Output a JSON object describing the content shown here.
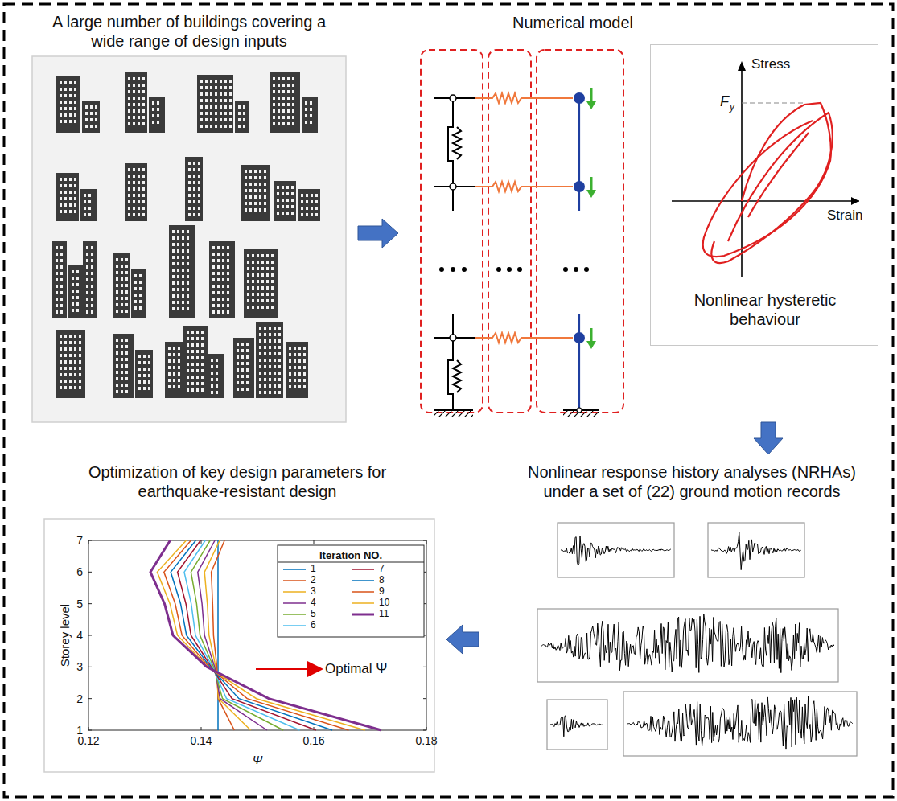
{
  "diagram": {
    "nodes": [
      {
        "text": [
          "A large number of buildings covering a wide range of design inputs"
        ]
      },
      {
        "text": [
          "Numerical model"
        ]
      },
      {
        "text": [
          "Nonlinear hysteretic behaviour"
        ],
        "in": 1
      },
      {
        "text": [
          "Nonlinear response history analyses (NRHAs) under a set of (22) ground motion records"
        ]
      },
      {
        "text": [
          "Optimization of key design parameters for earthquake-resistant design"
        ]
      }
    ],
    "edges": [
      {
        "from": 0,
        "to": 1,
        "arrow": "to"
      },
      {
        "from": 1,
        "to": 3,
        "arrow": "to"
      },
      {
        "from": 3,
        "to": 4,
        "arrow": "to"
      }
    ],
    "labels": [
      "Stress",
      "F",
      "y",
      "Strain",
      "Storey level",
      "Ψ",
      "1",
      "2",
      "3",
      "4",
      "5",
      "6",
      "7",
      "0.12",
      "0.14",
      "0.16",
      "0.18",
      "Iteration NO.",
      "Optimal Ψ"
    ],
    "legend": [
      {
        "text": "1"
      },
      {
        "text": "2"
      },
      {
        "text": "3"
      },
      {
        "text": "4"
      },
      {
        "text": "5"
      },
      {
        "text": "6"
      },
      {
        "text": "7"
      },
      {
        "text": "8"
      },
      {
        "text": "9"
      },
      {
        "text": "10"
      },
      {
        "text": "11"
      }
    ]
  }
}
